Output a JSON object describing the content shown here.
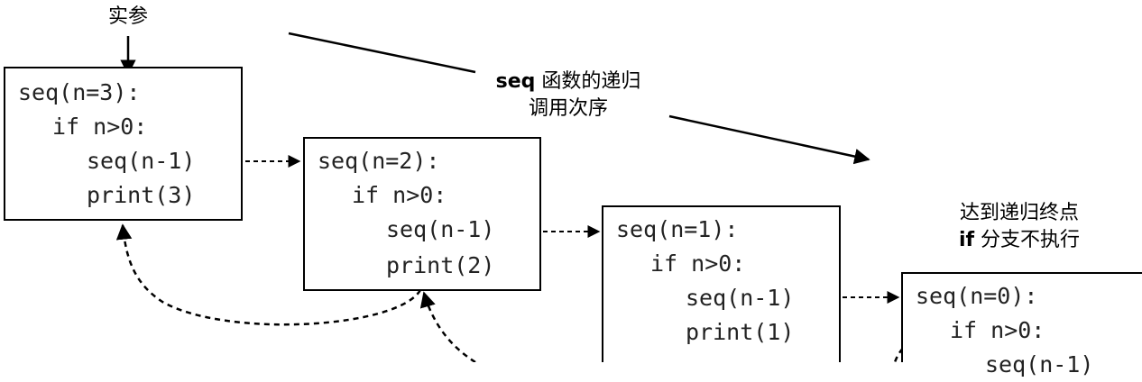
{
  "labels": {
    "actual_param": "实参",
    "order_line1_prefix": "seq",
    "order_line1_rest": " 函数的递归",
    "order_line2": "调用次序",
    "end_line1": "达到递归终点",
    "end_line2_prefix": "if",
    "end_line2_rest": " 分支不执行"
  },
  "frames": [
    {
      "header": "seq(n=3):",
      "cond": "if n>0:",
      "call": "seq(n-1)",
      "print": "print(3)"
    },
    {
      "header": "seq(n=2):",
      "cond": "if n>0:",
      "call": "seq(n-1)",
      "print": "print(2)"
    },
    {
      "header": "seq(n=1):",
      "cond": "if n>0:",
      "call": "seq(n-1)",
      "print": "print(1)"
    },
    {
      "header": "seq(n=0):",
      "cond": "if n>0:",
      "call": "seq(n-1)"
    }
  ],
  "colors": {
    "line": "#000000",
    "text": "#222222",
    "background": "#ffffff"
  }
}
